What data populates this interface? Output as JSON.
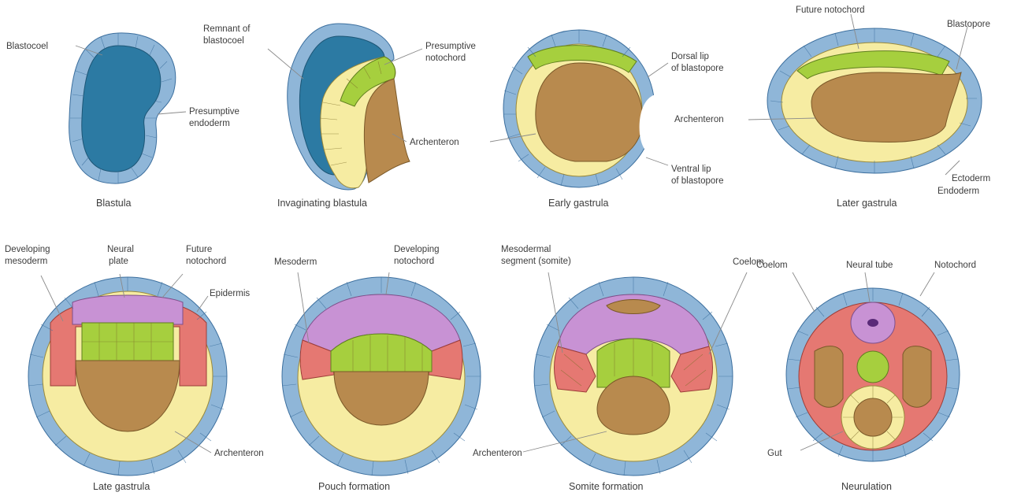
{
  "panels": {
    "blastula": {
      "caption": "Blastula",
      "labels": [
        "Blastocoel",
        "Presumptive endoderm"
      ]
    },
    "invaginating": {
      "caption": "Invaginating blastula",
      "labels": [
        "Remnant of blastocoel",
        "Presumptive notochord",
        "Archenteron"
      ]
    },
    "early_gastrula": {
      "caption": "Early gastrula",
      "labels": [
        "Dorsal lip of blastopore",
        "Ventral lip of blastopore"
      ]
    },
    "later_gastrula": {
      "caption": "Later gastrula",
      "labels": [
        "Future notochord",
        "Blastopore",
        "Archenteron",
        "Ectoderm",
        "Endoderm"
      ]
    },
    "late_gastrula": {
      "caption": "Late gastrula",
      "labels": [
        "Developing mesoderm",
        "Neural plate",
        "Future notochord",
        "Epidermis",
        "Archenteron"
      ]
    },
    "pouch": {
      "caption": "Pouch formation",
      "labels": [
        "Mesoderm",
        "Developing notochord"
      ]
    },
    "somite": {
      "caption": "Somite formation",
      "labels": [
        "Mesodermal segment (somite)",
        "Coelom",
        "Archenteron"
      ]
    },
    "neurulation": {
      "caption": "Neurulation",
      "labels": [
        "Neural tube",
        "Notochord",
        "Gut"
      ]
    }
  },
  "colors": {
    "ectoderm": "#8fb6d8",
    "endoderm": "#f6eca2",
    "mesoderm": "#e57872",
    "notochord": "#a6cf3e",
    "neural": "#c892d4",
    "cavity": "#b88a4e",
    "blastocoel": "#2c7aa3"
  }
}
